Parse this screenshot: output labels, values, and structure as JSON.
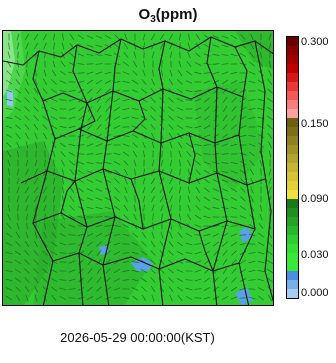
{
  "title": {
    "base": "O",
    "subscript": "3",
    "unit": "(ppm)"
  },
  "timestamp": "2026-05-29 00:00:00(KST)",
  "colorbar": {
    "ticks": [
      "0.300",
      "0.150",
      "0.090",
      "0.030",
      "0.000"
    ],
    "colors": [
      "#6b0000",
      "#8a0000",
      "#a00000",
      "#c00000",
      "#d81818",
      "#e83838",
      "#f25a5a",
      "#f77e7e",
      "#faa0a0",
      "#6b5f10",
      "#7d6f18",
      "#8f8020",
      "#a09228",
      "#b2a430",
      "#c4b434",
      "#d4c436",
      "#e2d23a",
      "#f0e040",
      "#1a7a1a",
      "#1f8f1f",
      "#24a324",
      "#29b829",
      "#2ecc2e",
      "#33dd33",
      "#3ae83a",
      "#4a90e0",
      "#78b0ea",
      "#a6cdf2"
    ],
    "weights": [
      1,
      1,
      1,
      1,
      1,
      1,
      1,
      1,
      1,
      1,
      1,
      1,
      1,
      1,
      1,
      1,
      1,
      1,
      1,
      1,
      1,
      1,
      1,
      1,
      2,
      1,
      1,
      1
    ]
  },
  "map": {
    "field_color": "#33cc33",
    "dark_color": "#2aa62a",
    "light_color": "#7fe07f",
    "blue_color": "#5aa0e6"
  }
}
